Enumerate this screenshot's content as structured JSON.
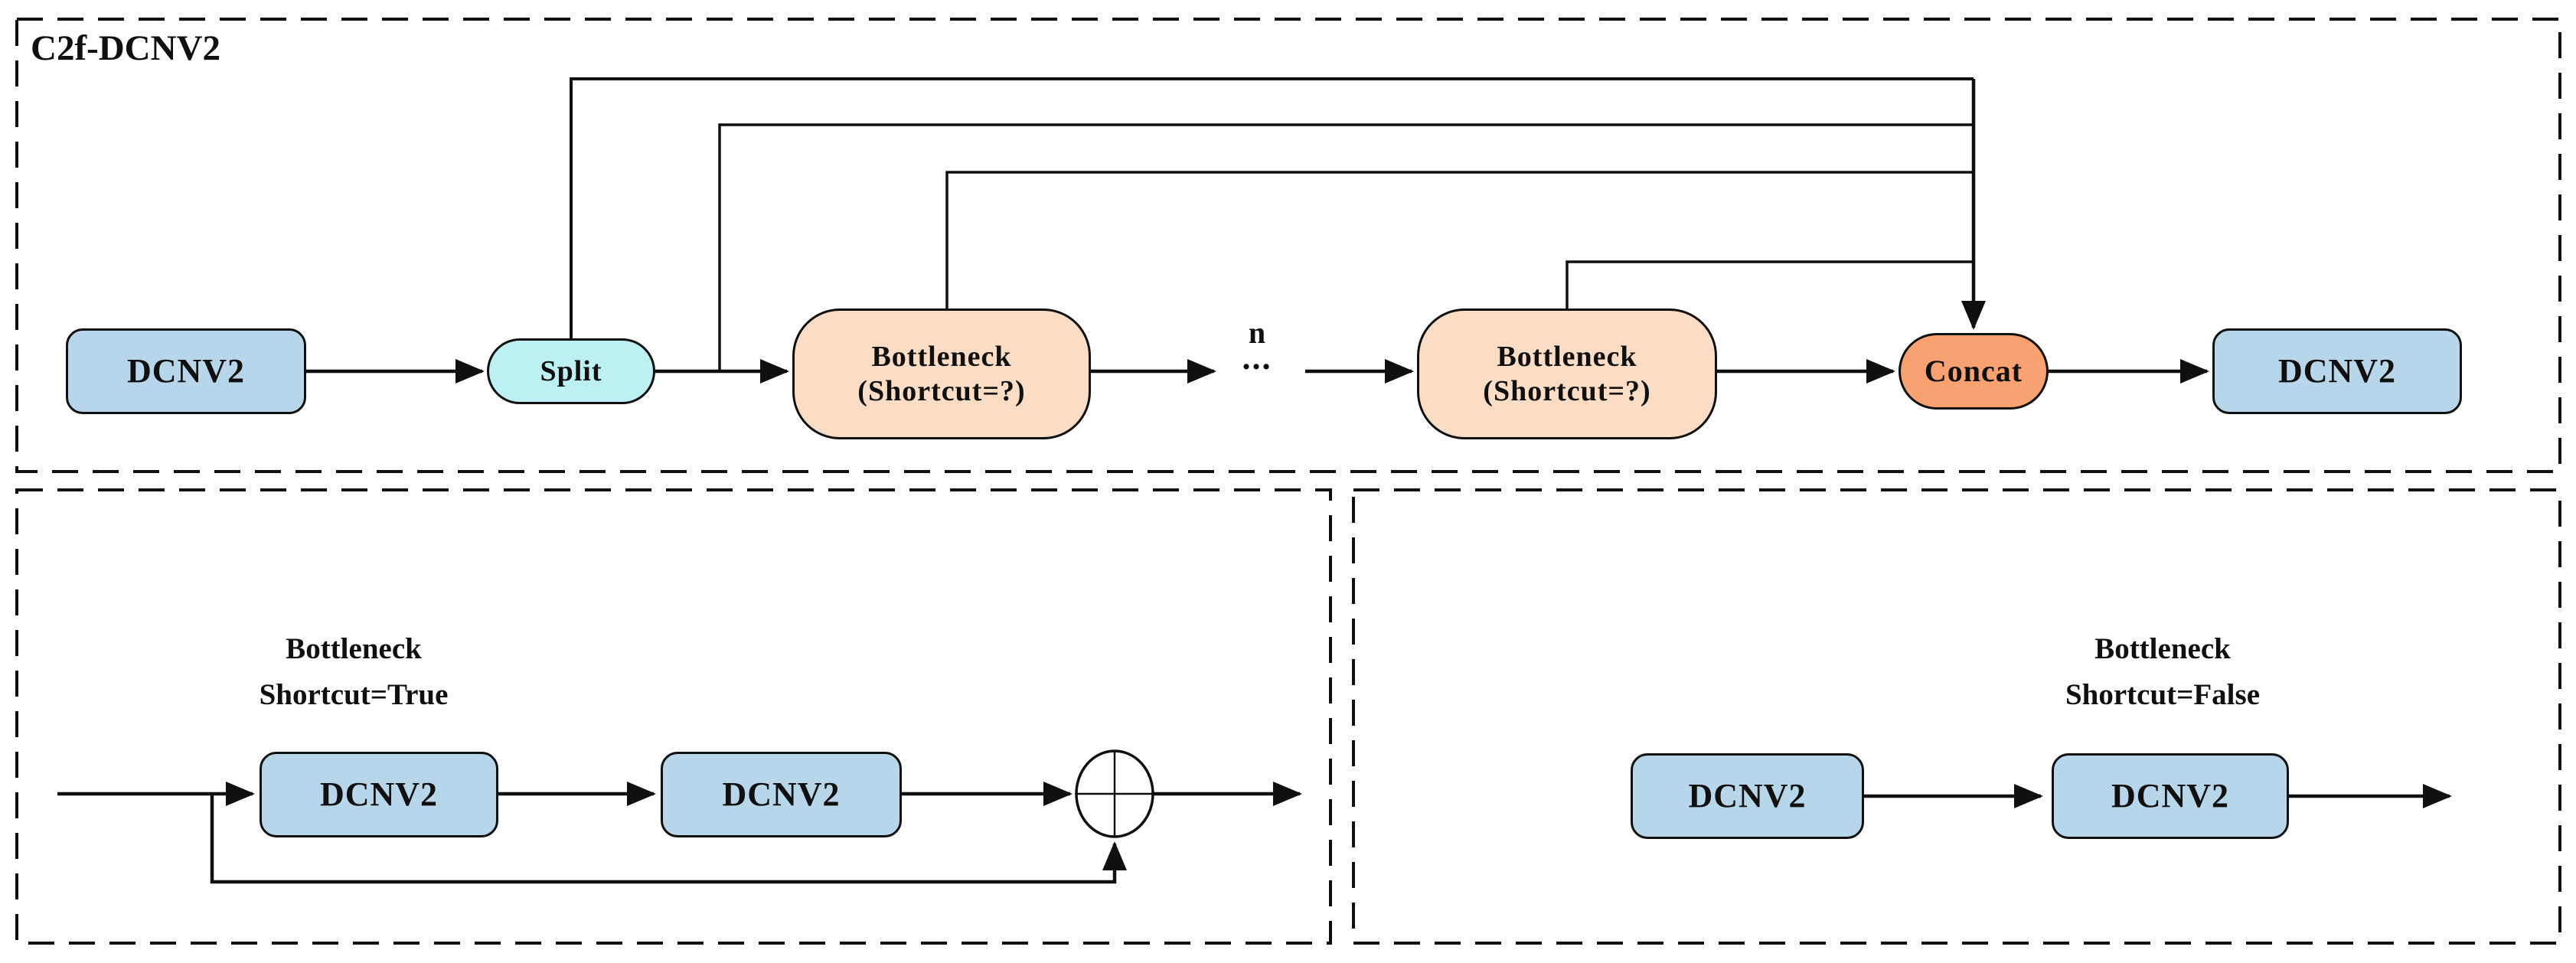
{
  "colors": {
    "background": "#FFFFFF",
    "conv_fill": "#B7D6EA",
    "split_fill": "#BDF0F2",
    "bottleneck_fill": "#FBDCC4",
    "concat_fill": "#F8A171",
    "line": "#101010",
    "text": "#101010"
  },
  "top_box": {
    "title": "C2f-DCNV2",
    "dcnv2_in": "DCNV2",
    "split": "Split",
    "bottleneck1": {
      "line1": "Bottleneck",
      "line2": "(Shortcut=?)"
    },
    "repeat": {
      "n": "n",
      "dots": "..."
    },
    "bottleneck2": {
      "line1": "Bottleneck",
      "line2": "(Shortcut=?)"
    },
    "concat": "Concat",
    "dcnv2_out": "DCNV2"
  },
  "shortcut_true_box": {
    "title_line1": "Bottleneck",
    "title_line2": "Shortcut=True",
    "dcnv2_first": "DCNV2",
    "dcnv2_second": "DCNV2"
  },
  "shortcut_false_box": {
    "title_line1": "Bottleneck",
    "title_line2": "Shortcut=False",
    "dcnv2_first": "DCNV2",
    "dcnv2_second": "DCNV2"
  }
}
